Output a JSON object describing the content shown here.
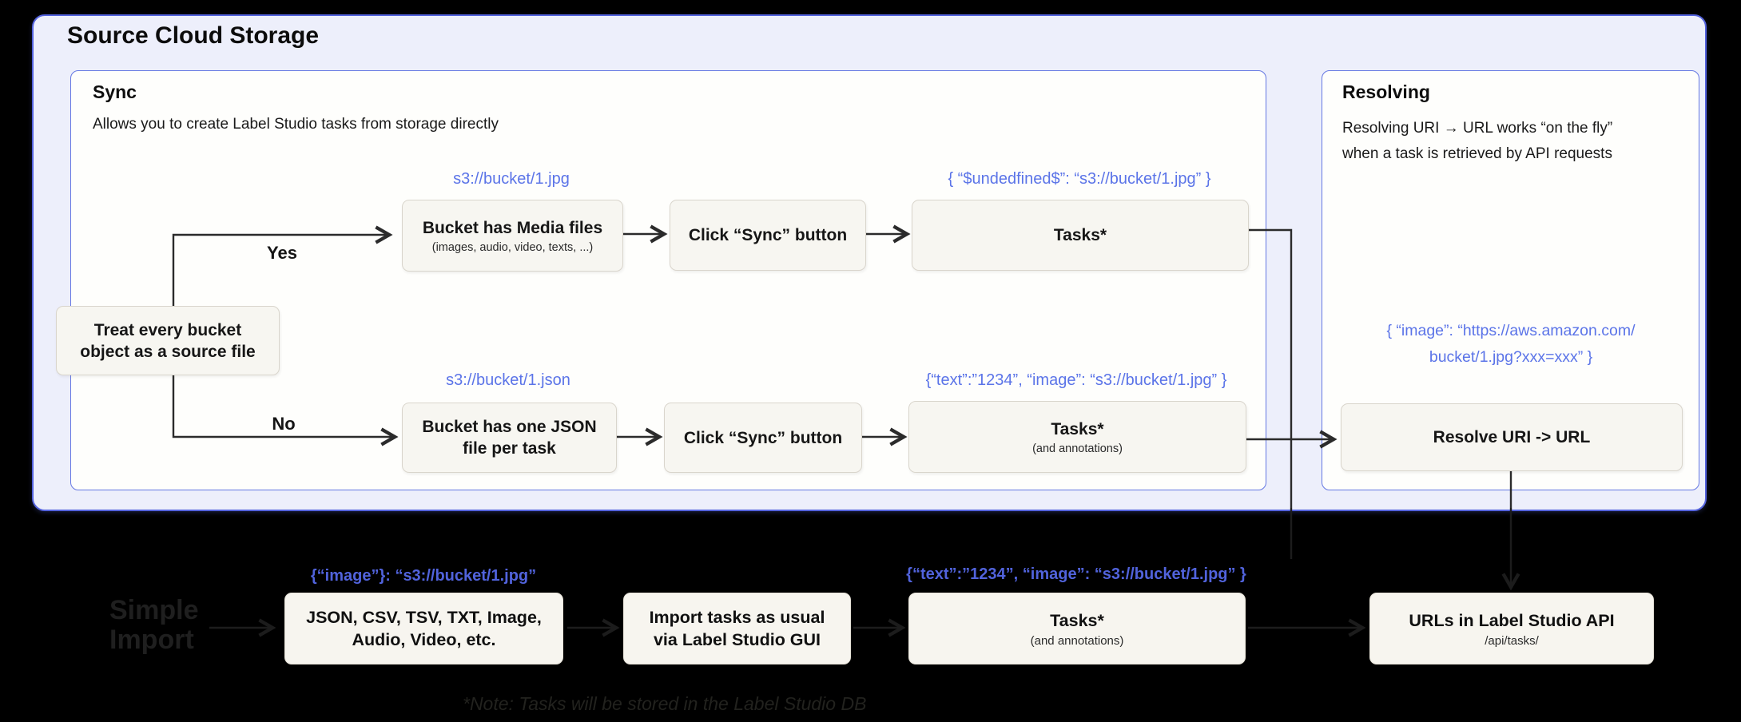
{
  "title": "Source Cloud Storage",
  "colors": {
    "background": "#000000",
    "outer_panel": "#edeffb",
    "panel_border": "#5463de",
    "inner_panel": "#fefefc",
    "box_fill": "#f7f6f1",
    "accent_blue_text": "#5b74e8",
    "arrow": "#2b2b2b"
  },
  "sync_panel": {
    "heading": "Sync",
    "subtitle": "Allows you to create Label Studio tasks from storage directly",
    "decision_box_line1": "Treat every bucket",
    "decision_box_line2": "object as a source file",
    "yes_label": "Yes",
    "no_label": "No",
    "yes_branch": {
      "uri_label": "s3://bucket/1.jpg",
      "bucket_box_title": "Bucket has Media files",
      "bucket_box_subtitle": "(images, audio, video, texts, ...)",
      "sync_button_box": "Click “Sync” button",
      "tasks_json_label": "{ “$undedfined$”: “s3://bucket/1.jpg” }",
      "tasks_box_title": "Tasks*"
    },
    "no_branch": {
      "uri_label": "s3://bucket/1.json",
      "bucket_box_line1": "Bucket has one JSON",
      "bucket_box_line2": "file per task",
      "sync_button_box": "Click “Sync” button",
      "tasks_json_label": "{“text”:”1234”,  “image”: “s3://bucket/1.jpg” }",
      "tasks_box_title": "Tasks*",
      "tasks_box_subtitle": "(and annotations)"
    }
  },
  "resolving_panel": {
    "heading": "Resolving",
    "description_line1": "Resolving URI → URL works “on the fly”",
    "description_line2": "when a task is retrieved by API requests",
    "json_label_line1": "{ “image”: “https://aws.amazon.com/",
    "json_label_line2": "bucket/1.jpg?xxx=xxx” }",
    "resolve_box": "Resolve URI -> URL"
  },
  "bottom_section": {
    "section_label_line1": "Simple",
    "section_label_line2": "Import",
    "import_json_label": "{“image”}: “s3://bucket/1.jpg”",
    "formats_box_line1": "JSON, CSV, TSV, TXT, Image,",
    "formats_box_line2": "Audio, Video, etc.",
    "gui_box_line1": "Import tasks as usual",
    "gui_box_line2": "via Label Studio GUI",
    "tasks_json_label": "{“text”:”1234”,  “image”: “s3://bucket/1.jpg” }",
    "tasks_box_title": "Tasks*",
    "tasks_box_subtitle": "(and annotations)",
    "api_box_title": "URLs in Label Studio API",
    "api_box_subtitle": "/api/tasks/",
    "note": "*Note: Tasks will be stored in the Label Studio DB"
  }
}
